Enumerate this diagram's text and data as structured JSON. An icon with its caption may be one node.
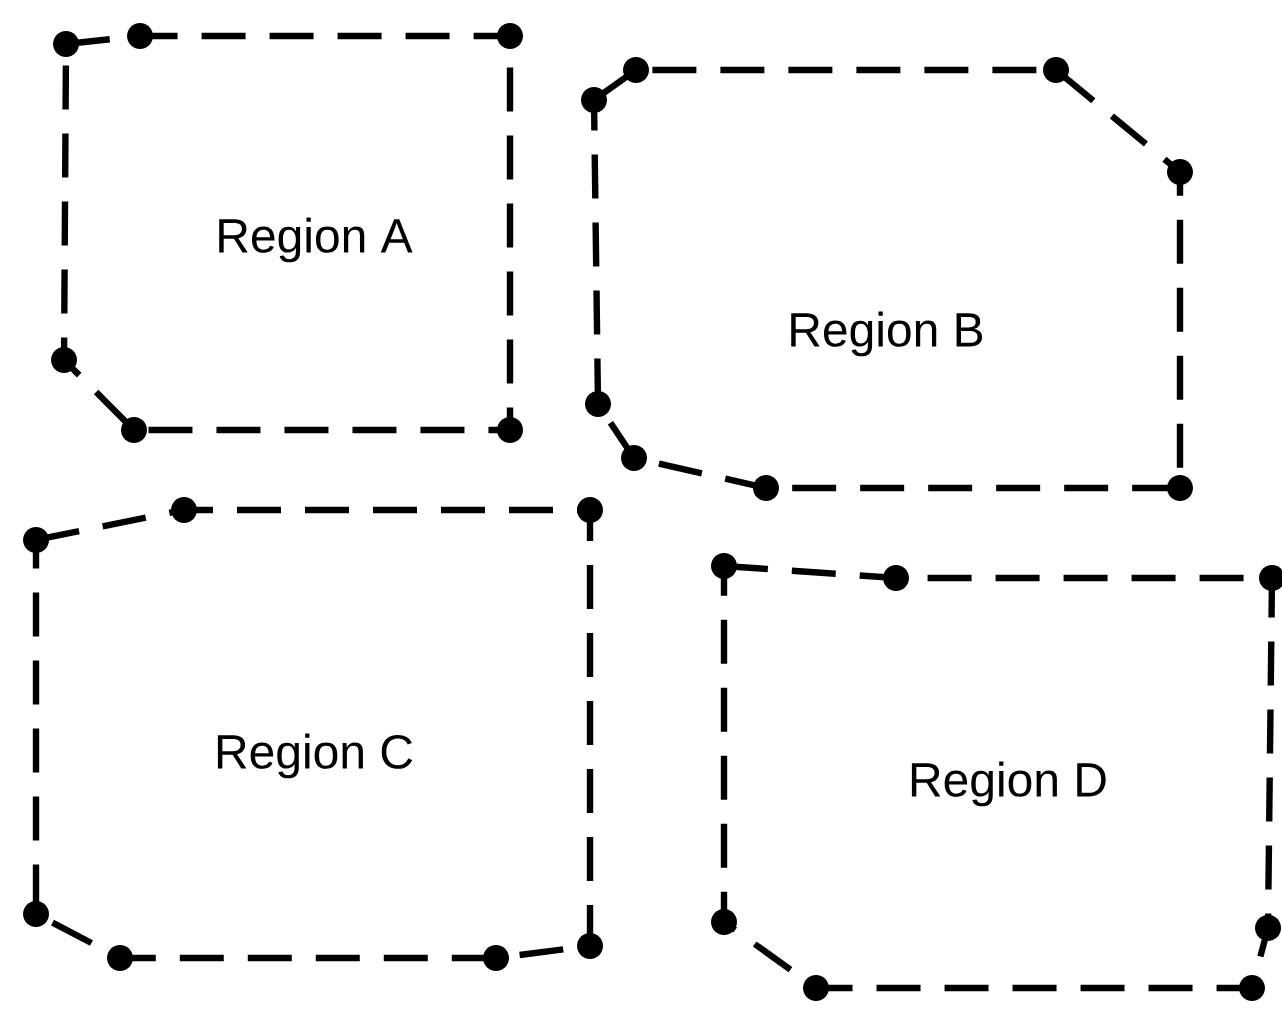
{
  "diagram": {
    "nodes": [
      {
        "text": [
          "Region A"
        ]
      },
      {
        "text": [
          "Region B"
        ]
      },
      {
        "text": [
          "Region C"
        ]
      },
      {
        "text": [
          "Region D"
        ]
      }
    ]
  }
}
